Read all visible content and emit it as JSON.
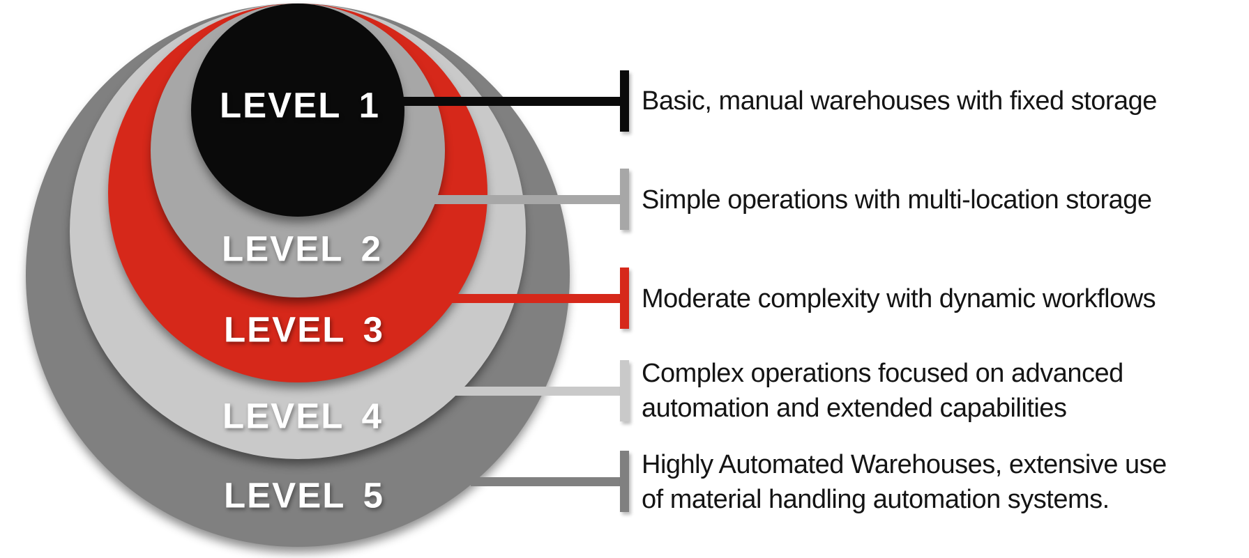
{
  "diagram": {
    "type": "nested-circles-maturity-levels",
    "background_color": "#ffffff",
    "text_color": "#141414",
    "label_text_color": "#ffffff",
    "accent_red": "#d6281a",
    "levels": [
      {
        "label": "LEVEL 1",
        "color": "#0a0a0a",
        "description_lines": [
          "Basic, manual warehouses with fixed storage"
        ]
      },
      {
        "label": "LEVEL 2",
        "color": "#a7a7a7",
        "description_lines": [
          "Simple operations with multi-location storage"
        ]
      },
      {
        "label": "LEVEL 3",
        "color": "#d6281a",
        "description_lines": [
          "Moderate complexity with dynamic workflows"
        ]
      },
      {
        "label": "LEVEL 4",
        "color": "#c9c9c9",
        "description_lines": [
          "Complex operations focused on advanced",
          "automation and extended capabilities"
        ]
      },
      {
        "label": "LEVEL 5",
        "color": "#808080",
        "description_lines": [
          "Highly Automated Warehouses, extensive use",
          "of material handling automation systems."
        ]
      }
    ]
  }
}
